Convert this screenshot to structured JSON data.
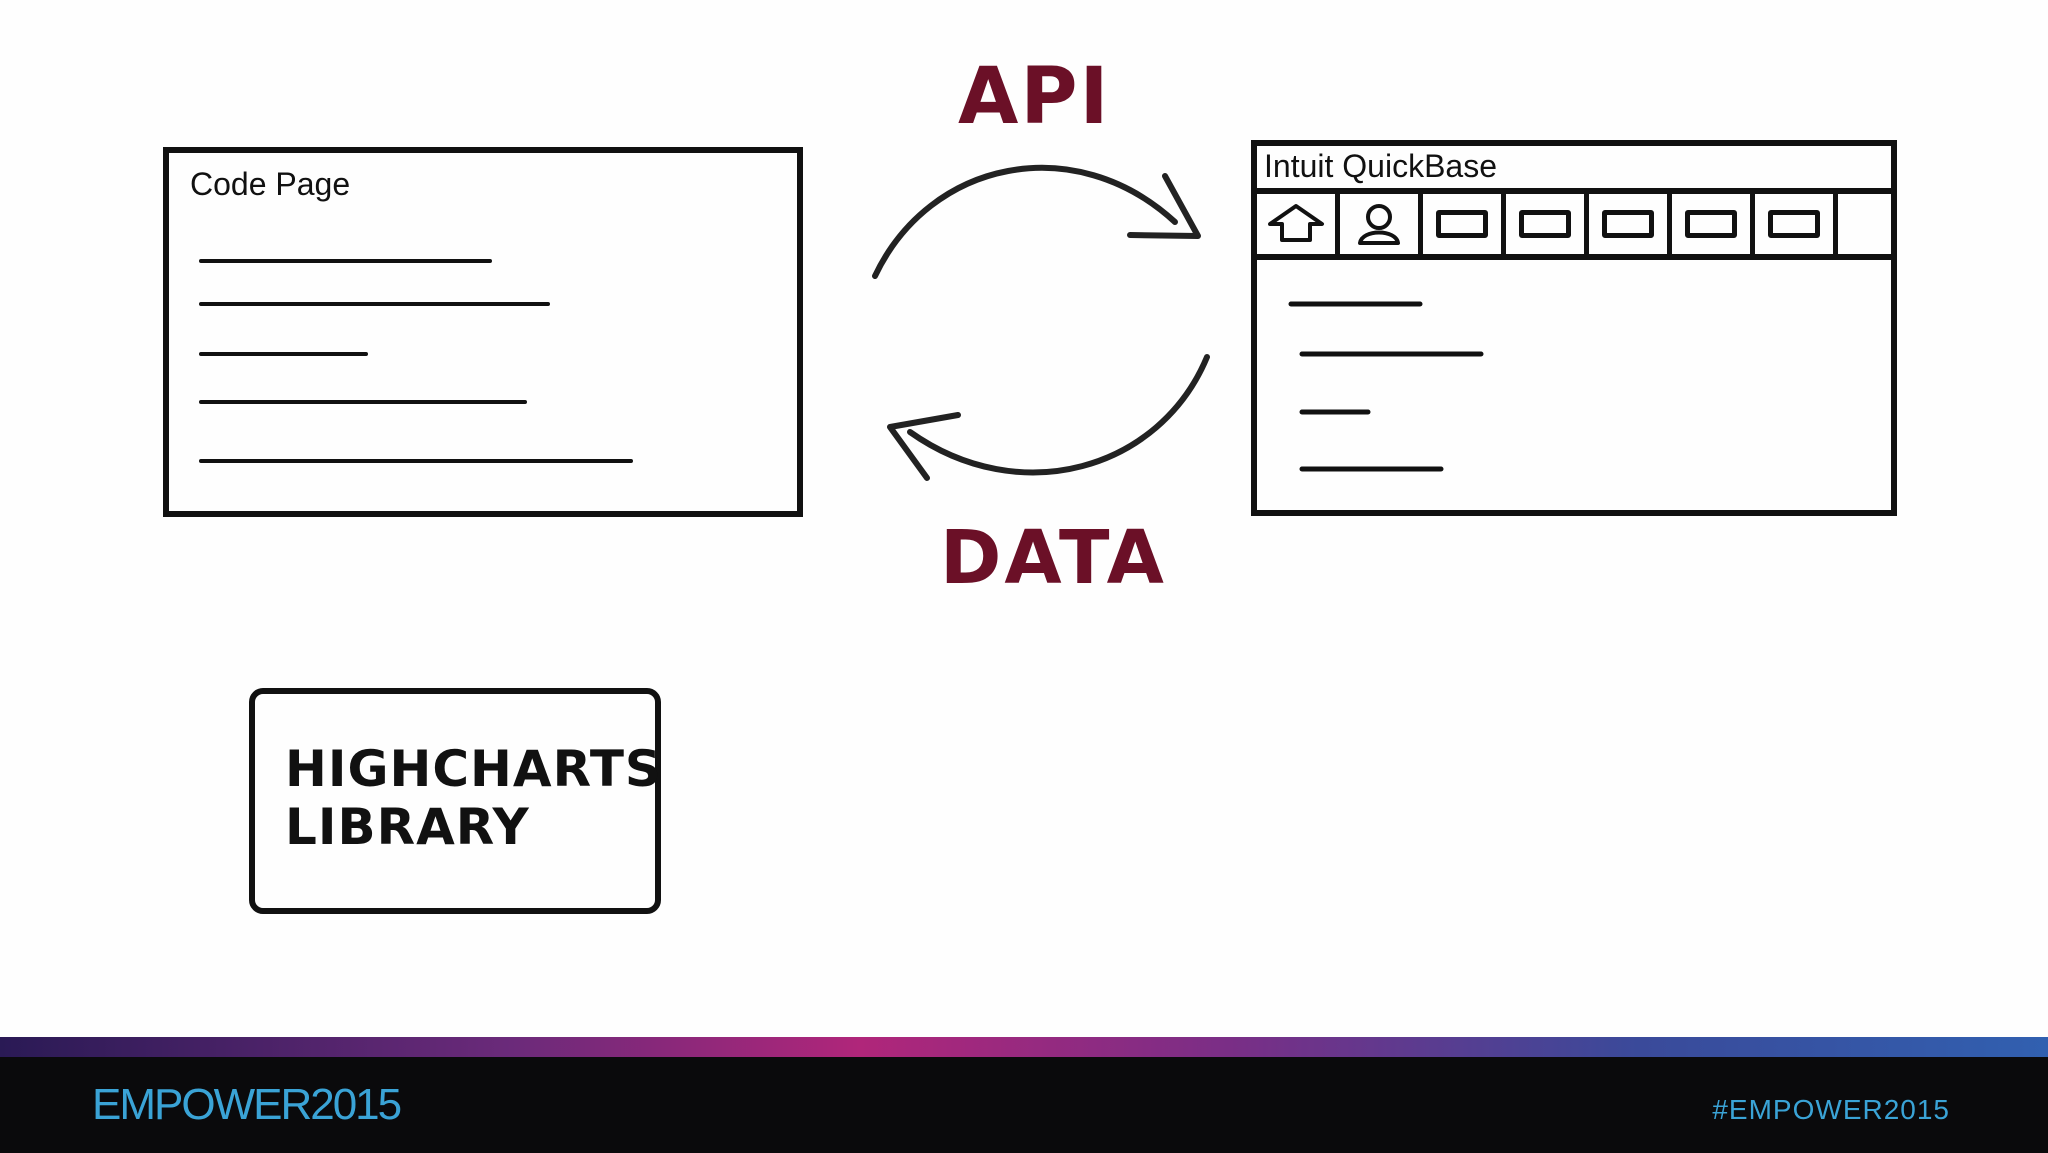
{
  "diagram": {
    "code_page": {
      "title": "Code Page"
    },
    "quickbase": {
      "title": "Intuit QuickBase",
      "toolbar_icons": [
        "home-icon",
        "user-icon",
        "tab-icon",
        "tab-icon",
        "tab-icon",
        "tab-icon",
        "tab-icon"
      ]
    },
    "api_label": "API",
    "data_label": "DATA",
    "library": {
      "line1": "HIGHCHARTS",
      "line2": "LIBRARY"
    },
    "label_color": "#6b1027"
  },
  "footer": {
    "brand": "EMPOWER2015",
    "hashtag": "#EMPOWER2015",
    "text_color": "#3aa3d6"
  }
}
